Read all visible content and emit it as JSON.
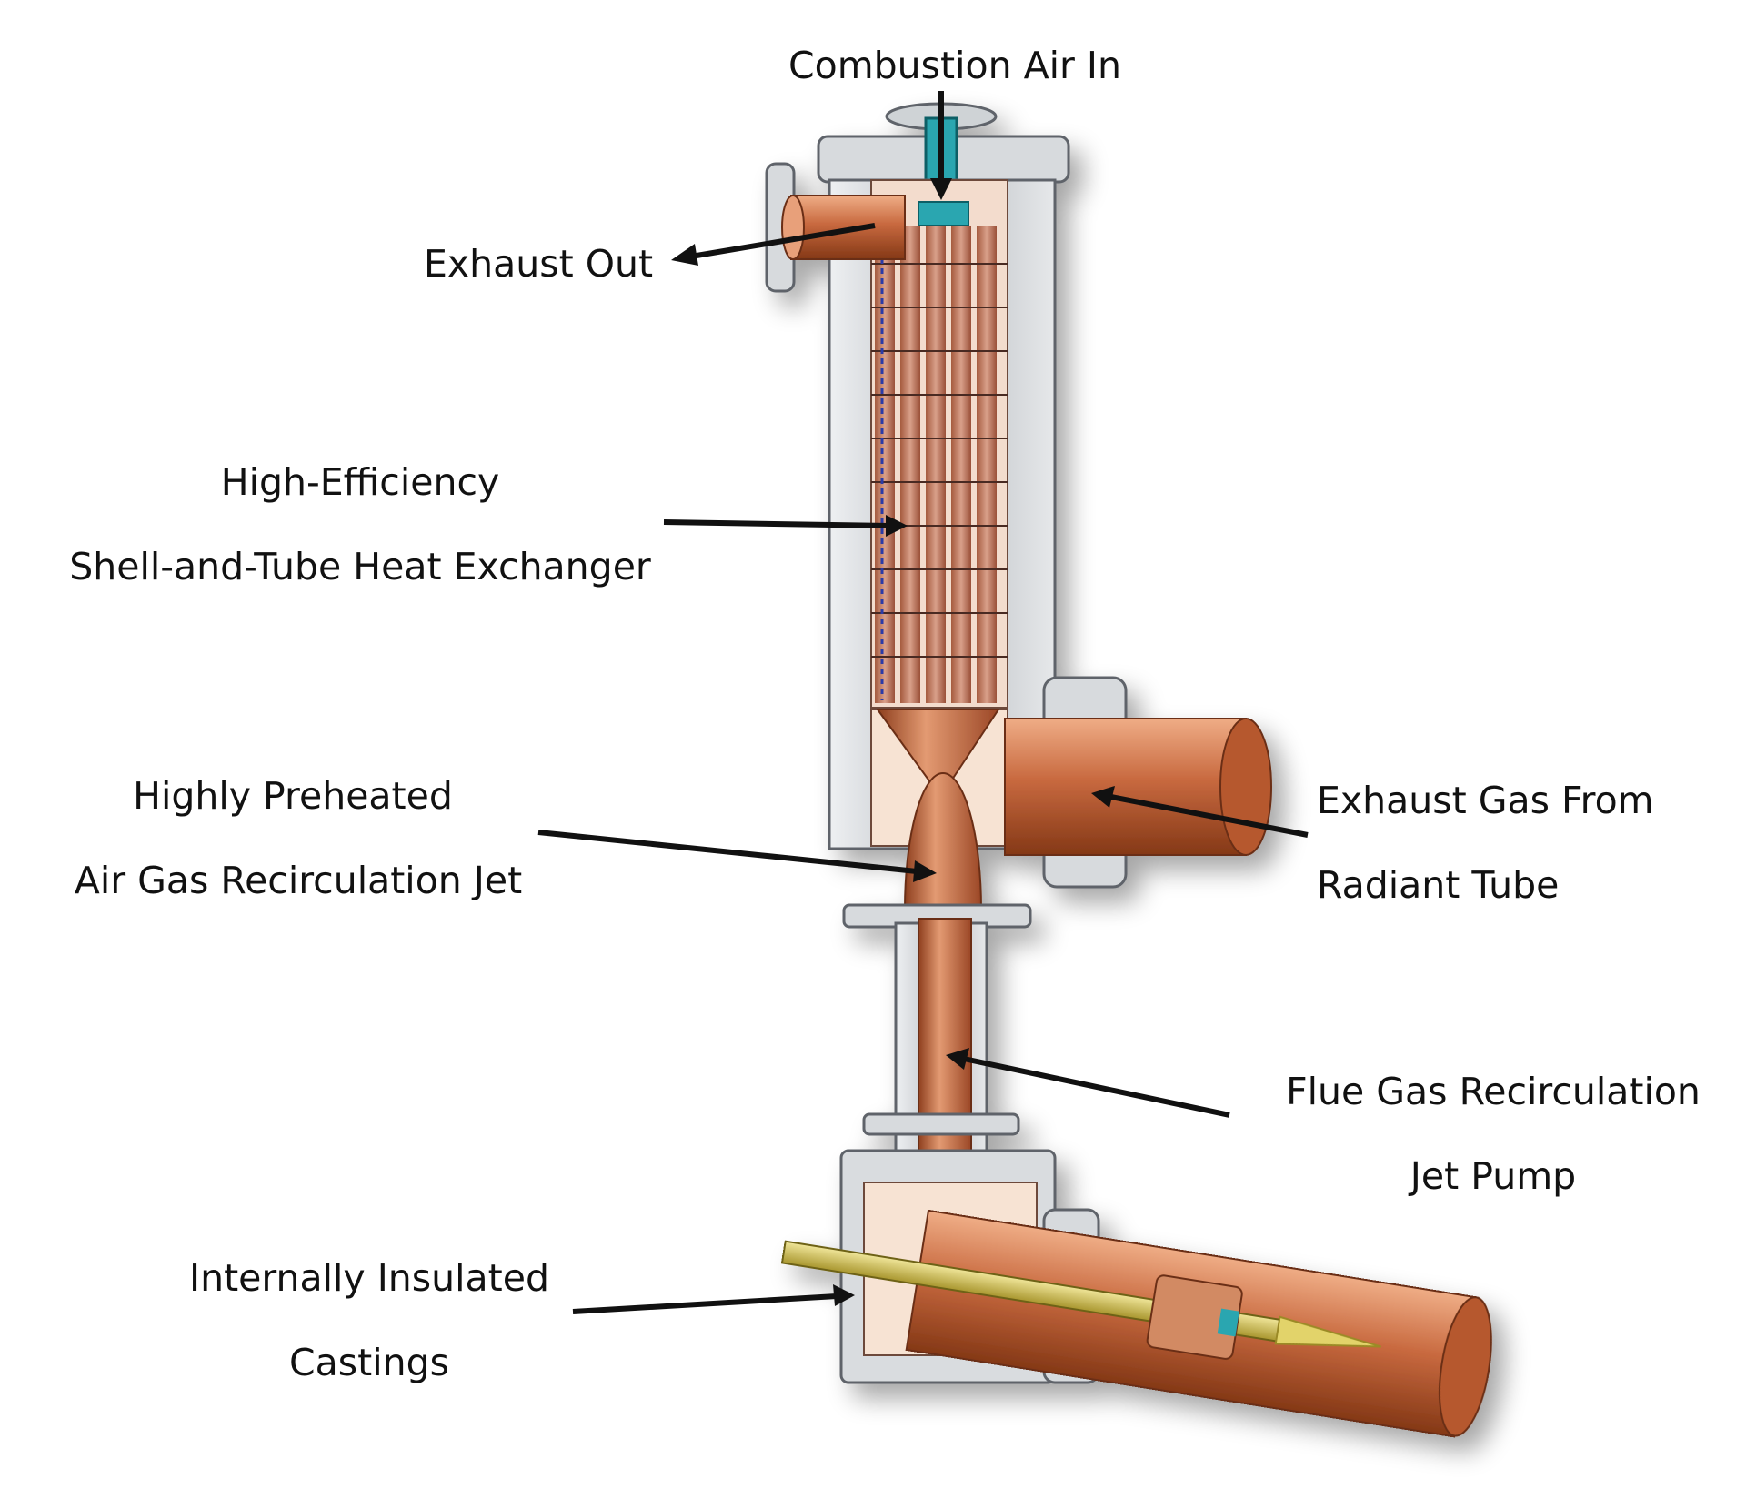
{
  "labels": {
    "combustion_air_in": "Combustion Air In",
    "exhaust_out": "Exhaust Out",
    "heat_exchanger_line1": "High-Efficiency",
    "heat_exchanger_line2": "Shell-and-Tube Heat Exchanger",
    "preheated_line1": "Highly Preheated",
    "preheated_line2": "Air Gas Recirculation Jet",
    "exhaust_gas_line1": "Exhaust Gas From",
    "exhaust_gas_line2": "Radiant Tube",
    "flue_gas_line1": "Flue Gas Recirculation",
    "flue_gas_line2": "Jet Pump",
    "castings_line1": "Internally Insulated",
    "castings_line2": "Castings"
  },
  "colors": {
    "copper": "#c8693f",
    "copper_light": "#eea57e",
    "copper_dark": "#8e3f1e",
    "steel": "#c9ccd0",
    "steel_dark": "#7f848a",
    "teal": "#2aa6b0",
    "brass": "#c9b84a",
    "arrow": "#111111"
  }
}
